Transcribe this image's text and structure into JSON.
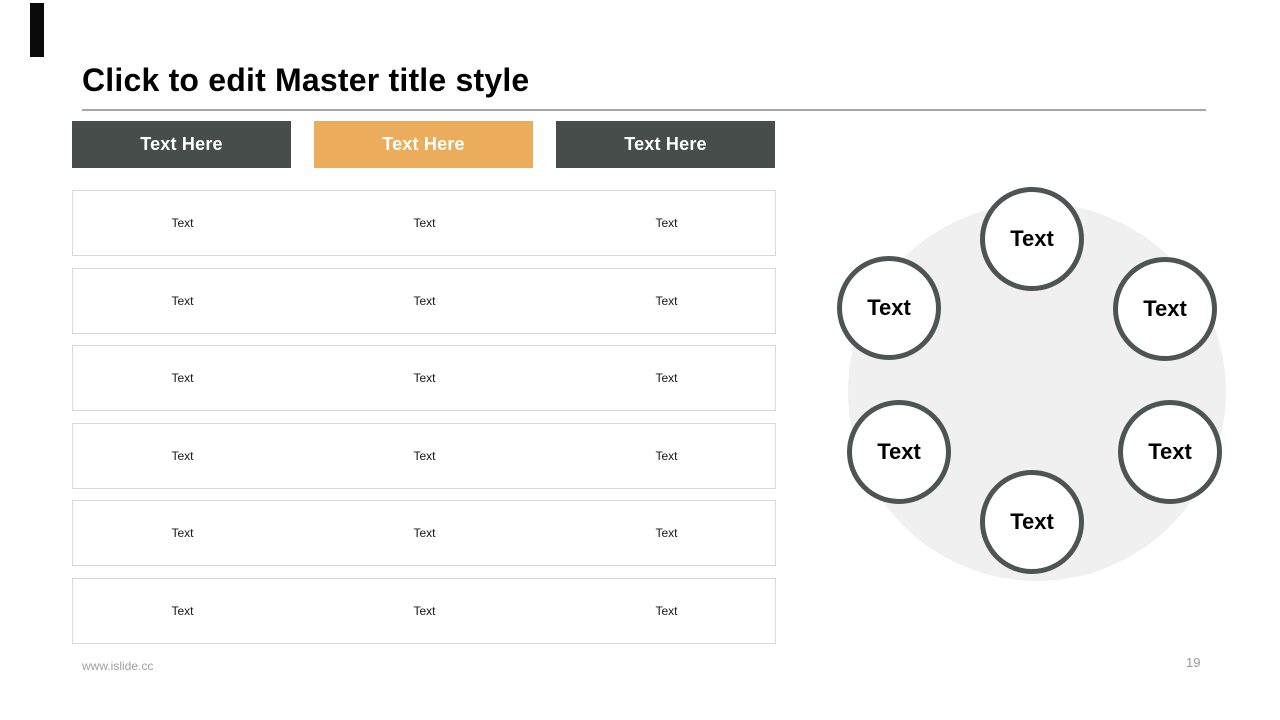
{
  "slide": {
    "title": "Click to edit Master title style",
    "footer_url": "www.islide.cc",
    "page_number": "19"
  },
  "tabs": [
    {
      "label": "Text Here",
      "style": "dark"
    },
    {
      "label": "Text Here",
      "style": "orange"
    },
    {
      "label": "Text Here",
      "style": "dark"
    }
  ],
  "table": {
    "rows": [
      [
        "Text",
        "Text",
        "Text"
      ],
      [
        "Text",
        "Text",
        "Text"
      ],
      [
        "Text",
        "Text",
        "Text"
      ],
      [
        "Text",
        "Text",
        "Text"
      ],
      [
        "Text",
        "Text",
        "Text"
      ],
      [
        "Text",
        "Text",
        "Text"
      ]
    ]
  },
  "diagram": {
    "nodes": [
      {
        "position": "top",
        "label": "Text"
      },
      {
        "position": "upper-left",
        "label": "Text"
      },
      {
        "position": "upper-right",
        "label": "Text"
      },
      {
        "position": "lower-left",
        "label": "Text"
      },
      {
        "position": "lower-right",
        "label": "Text"
      },
      {
        "position": "bottom",
        "label": "Text"
      }
    ]
  },
  "colors": {
    "dark_tab": "#474D4B",
    "orange_tab": "#EBAD5B",
    "tab_text": "#FFFFFF",
    "row_border": "#D9D9D9",
    "circle_border": "#4D5454",
    "big_circle_fill": "#F0F0F0",
    "title_rule": "#A6A6A6",
    "muted_text": "#A0A0A0"
  }
}
